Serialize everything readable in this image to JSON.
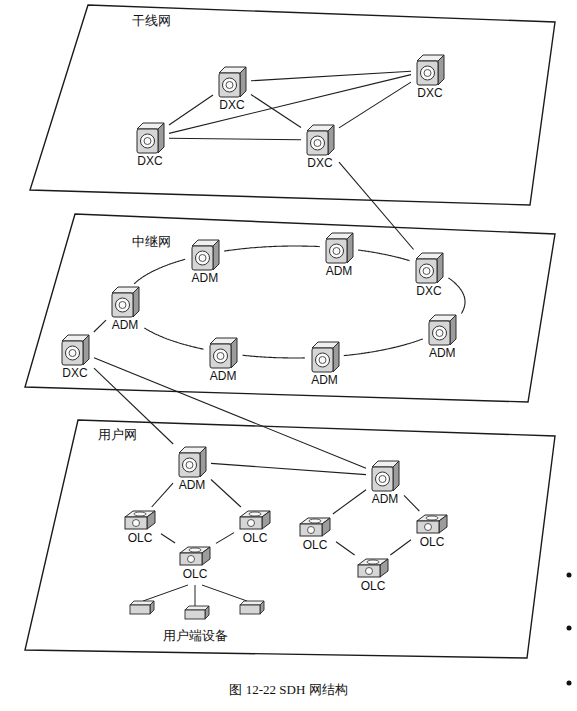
{
  "diagram": {
    "caption": "图 12-22 SDH 网结构",
    "nodes": [
      {
        "text": [
          "干线网"
        ]
      },
      {
        "text": [
          "DXC"
        ],
        "in": 0
      },
      {
        "text": [
          "DXC"
        ],
        "in": 0
      },
      {
        "text": [
          "DXC"
        ],
        "in": 0
      },
      {
        "text": [
          "DXC"
        ],
        "in": 0
      },
      {
        "text": [
          "中继网"
        ]
      },
      {
        "text": [
          "ADM"
        ],
        "in": 5
      },
      {
        "text": [
          "ADM"
        ],
        "in": 5
      },
      {
        "text": [
          "DXC"
        ],
        "in": 5
      },
      {
        "text": [
          "ADM"
        ],
        "in": 5
      },
      {
        "text": [
          "DXC"
        ],
        "in": 5
      },
      {
        "text": [
          "ADM"
        ],
        "in": 5
      },
      {
        "text": [
          "ADM"
        ],
        "in": 5
      },
      {
        "text": [
          "ADM"
        ],
        "in": 5
      },
      {
        "text": [
          "用户网"
        ]
      },
      {
        "text": [
          "ADM"
        ],
        "in": 14
      },
      {
        "text": [
          "ADM"
        ],
        "in": 14
      },
      {
        "text": [
          "OLC"
        ],
        "in": 14
      },
      {
        "text": [
          "OLC"
        ],
        "in": 14
      },
      {
        "text": [
          "OLC"
        ],
        "in": 14
      },
      {
        "text": [
          "OLC"
        ],
        "in": 14
      },
      {
        "text": [
          "OLC"
        ],
        "in": 14
      },
      {
        "text": [
          "OLC"
        ],
        "in": 14
      }
    ],
    "edges": [
      {
        "from": 1,
        "to": 2,
        "arrow": "none"
      },
      {
        "from": 1,
        "to": 3,
        "arrow": "none"
      },
      {
        "from": 1,
        "to": 4,
        "arrow": "none"
      },
      {
        "from": 2,
        "to": 3,
        "arrow": "none"
      },
      {
        "from": 2,
        "to": 4,
        "arrow": "none"
      },
      {
        "from": 3,
        "to": 4,
        "arrow": "none"
      },
      {
        "from": 4,
        "to": 8,
        "arrow": "none"
      },
      {
        "from": 6,
        "to": 7,
        "arrow": "none"
      },
      {
        "from": 7,
        "to": 8,
        "arrow": "none"
      },
      {
        "from": 8,
        "to": 13,
        "arrow": "none"
      },
      {
        "from": 13,
        "to": 12,
        "arrow": "none"
      },
      {
        "from": 12,
        "to": 11,
        "arrow": "none"
      },
      {
        "from": 11,
        "to": 9,
        "arrow": "none"
      },
      {
        "from": 9,
        "to": 6,
        "arrow": "none"
      },
      {
        "from": 10,
        "to": 9,
        "arrow": "none"
      },
      {
        "from": 10,
        "to": 15,
        "arrow": "none"
      },
      {
        "from": 10,
        "to": 16,
        "arrow": "none"
      },
      {
        "from": 15,
        "to": 16,
        "arrow": "none"
      },
      {
        "from": 15,
        "to": 17,
        "arrow": "none"
      },
      {
        "from": 15,
        "to": 18,
        "arrow": "none"
      },
      {
        "from": 17,
        "to": 21,
        "arrow": "none"
      },
      {
        "from": 18,
        "to": 21,
        "arrow": "none"
      },
      {
        "from": 16,
        "to": 19,
        "arrow": "none"
      },
      {
        "from": 16,
        "to": 20,
        "arrow": "none"
      },
      {
        "from": 19,
        "to": 22,
        "arrow": "none"
      },
      {
        "from": 20,
        "to": 22,
        "arrow": "none"
      }
    ],
    "labels": [
      "用户端设备"
    ]
  }
}
